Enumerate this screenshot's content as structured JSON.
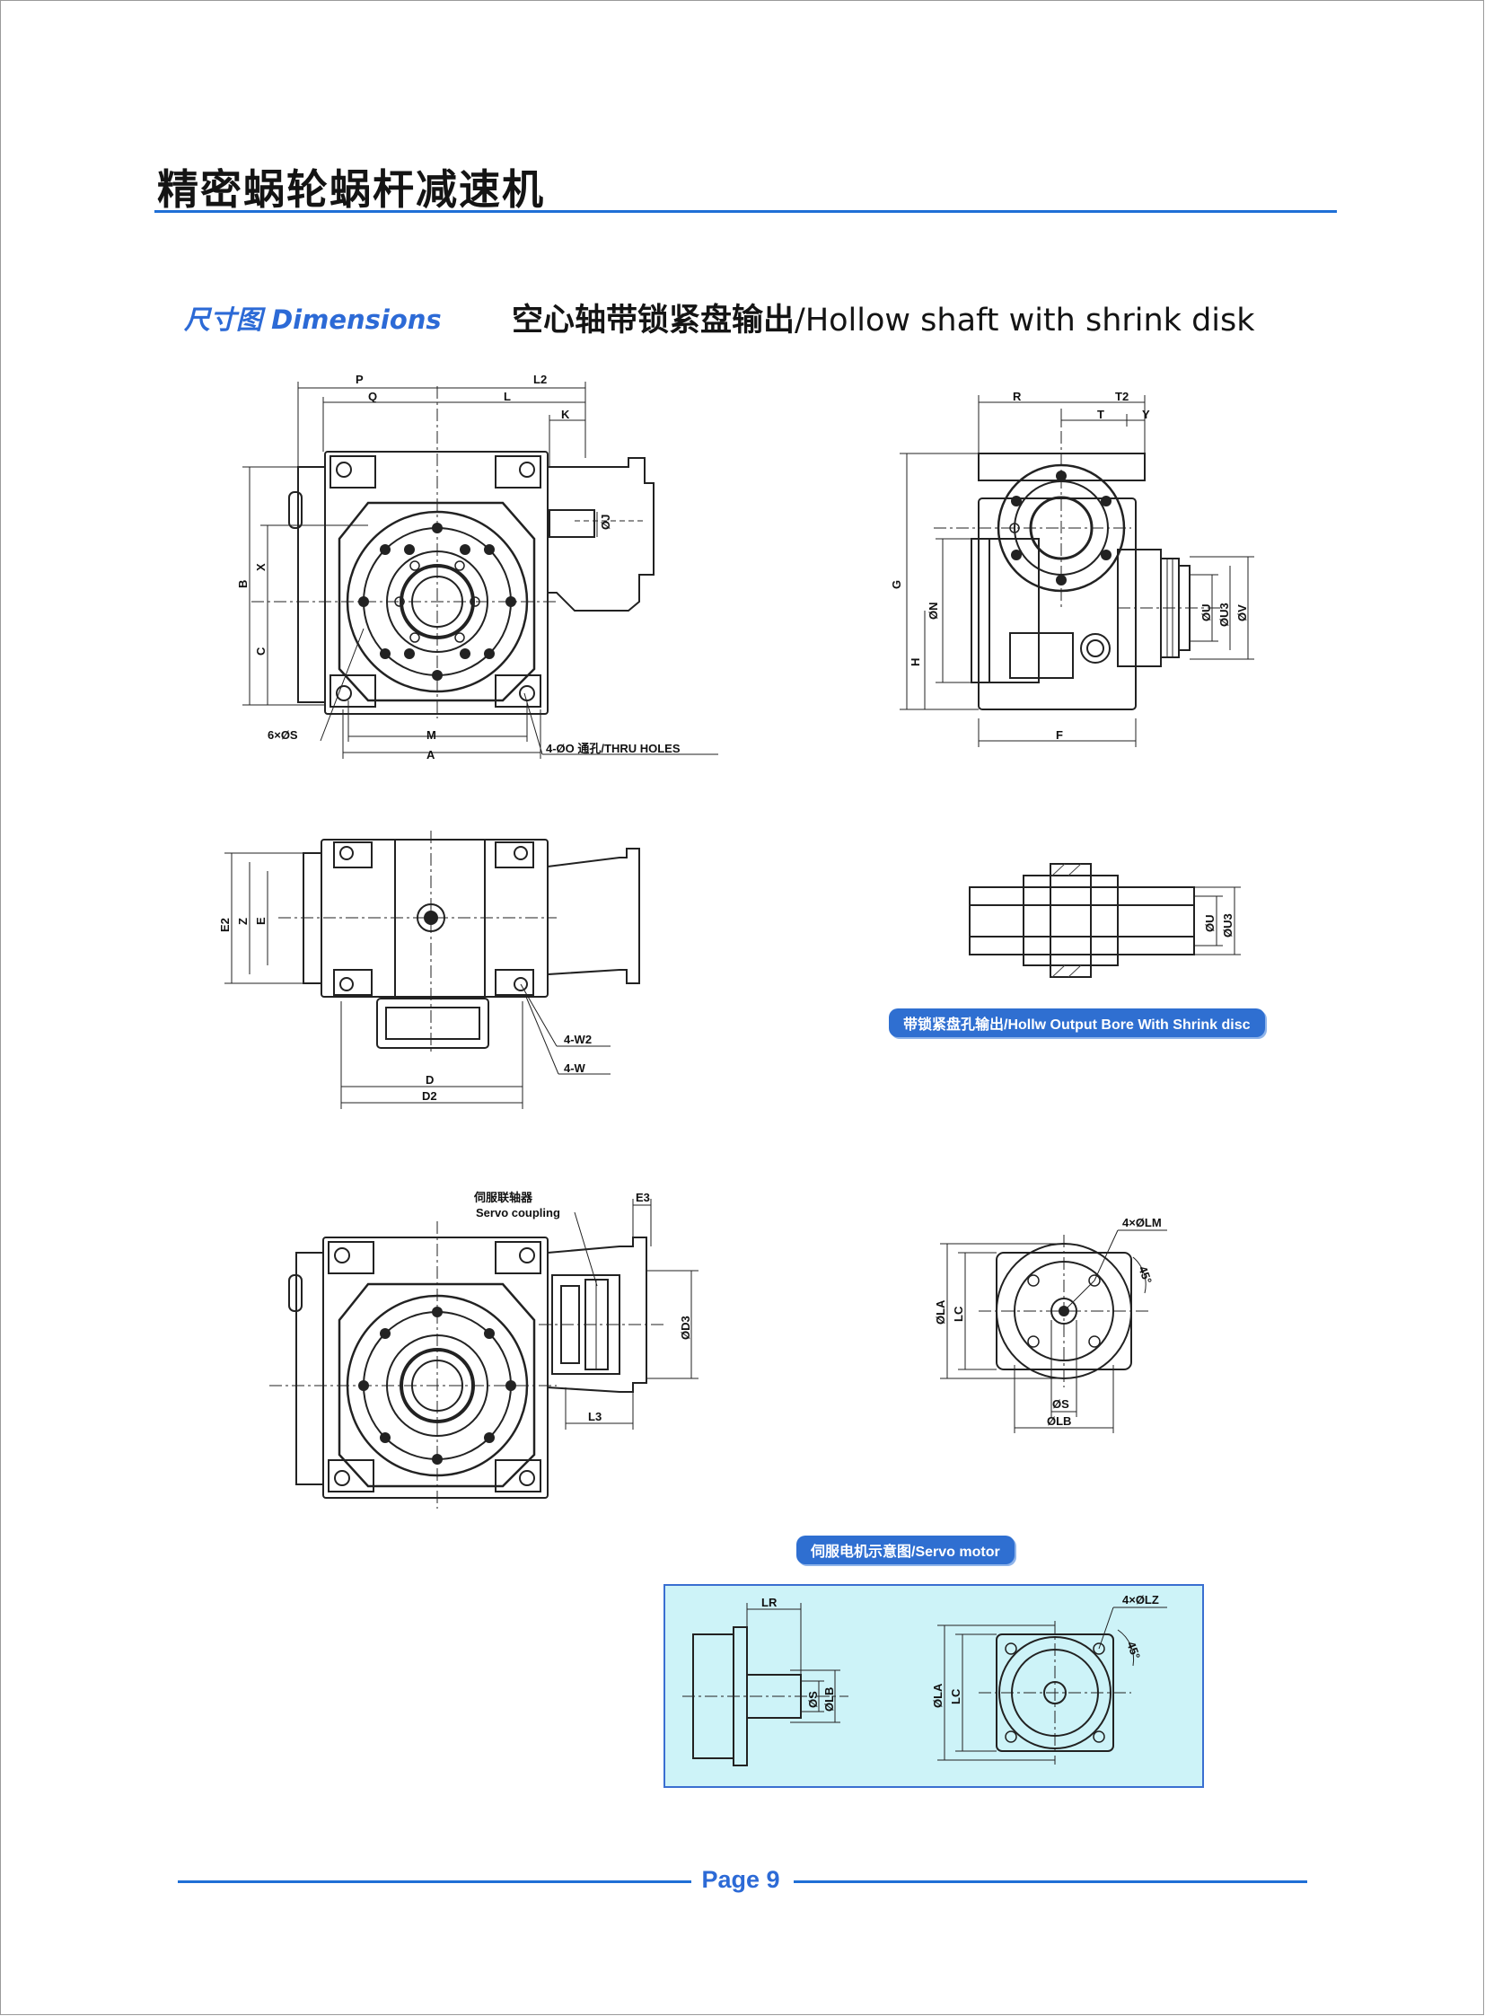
{
  "header": {
    "title": "精密蜗轮蜗杆减速机"
  },
  "section": {
    "label": "尺寸图 Dimensions",
    "title_cn": "空心轴带锁紧盘输出",
    "title_sep": "/",
    "title_en": "Hollow shaft with shrink disk"
  },
  "front_view": {
    "dims": [
      "P",
      "L2",
      "Q",
      "L",
      "K",
      "ØJ",
      "B",
      "X",
      "C",
      "6×ØS",
      "M",
      "A",
      "4-ØO 通孔/THRU HOLES"
    ]
  },
  "side_view": {
    "dims": [
      "R",
      "T2",
      "T",
      "Y",
      "G",
      "ØN",
      "H",
      "F",
      "ØU",
      "ØU3",
      "ØV"
    ]
  },
  "top_view": {
    "dims": [
      "E2",
      "Z",
      "E",
      "4-W2",
      "4-W",
      "D",
      "D2"
    ]
  },
  "bore_view": {
    "dims": [
      "ØU",
      "ØU3"
    ],
    "caption": "带锁紧盘孔输出/Hollw Output Bore With Shrink disc"
  },
  "servo_view": {
    "coupling_cn": "伺服联轴器",
    "coupling_en": "Servo coupling",
    "dims": [
      "E3",
      "ØD3",
      "L3"
    ]
  },
  "flange_view": {
    "dims": [
      "4×ØLM",
      "45°",
      "ØLA",
      "LC",
      "ØS",
      "ØLB"
    ]
  },
  "servo_motor": {
    "caption": "伺服电机示意图/Servo motor",
    "dims": [
      "LR",
      "ØS",
      "ØLB",
      "4×ØLZ",
      "45°",
      "ØLA",
      "LC"
    ]
  },
  "footer": {
    "page": "Page 9"
  },
  "colors": {
    "accent": "#1f6fd6",
    "panel": "#cdf3f8",
    "ink": "#111111"
  }
}
